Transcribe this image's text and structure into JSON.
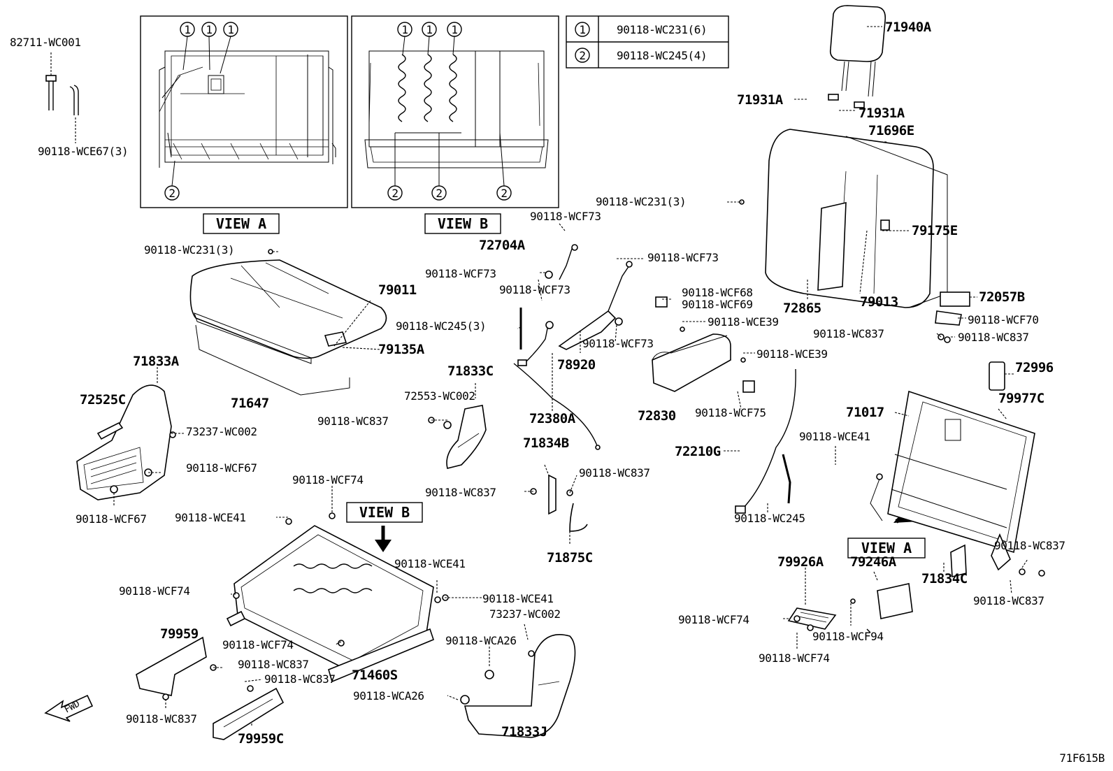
{
  "diagram_code": "71F615B",
  "view_labels": {
    "view_a": "VIEW A",
    "view_b": "VIEW B"
  },
  "fwd_label": "FWD",
  "legend": [
    {
      "key": "1",
      "part": "90118-WC231(6)"
    },
    {
      "key": "2",
      "part": "90118-WC245(4)"
    }
  ],
  "callout_markers": {
    "one": "1",
    "two": "2"
  },
  "parts": {
    "p82711_wc001": "82711-WC001",
    "p90118_wce67_3": "90118-WCE67(3)",
    "p90118_wc231_3_a": "90118-WC231(3)",
    "p79011": "79011",
    "p79135a": "79135A",
    "p71647": "71647",
    "p71833a": "71833A",
    "p72525c": "72525C",
    "p73237_wc002_a": "73237-WC002",
    "p90118_wcf67_a": "90118-WCF67",
    "p90118_wcf67_b": "90118-WCF67",
    "p90118_wcf73_a": "90118-WCF73",
    "p72704a": "72704A",
    "p90118_wcf73_b": "90118-WCF73",
    "p90118_wcf73_c": "90118-WCF73",
    "p90118_wcf73_d": "90118-WCF73",
    "p90118_wcf73_e": "90118-WCF73",
    "p90118_wc245_3": "90118-WC245(3)",
    "p78920": "78920",
    "p71833c": "71833C",
    "p72553_wc002": "72553-WC002",
    "p90118_wc837_a": "90118-WC837",
    "p72380a": "72380A",
    "p71834b": "71834B",
    "p90118_wc837_b": "90118-WC837",
    "p90118_wc837_c": "90118-WC837",
    "p71875c": "71875C",
    "p90118_wcf74_a": "90118-WCF74",
    "p90118_wce41_a": "90118-WCE41",
    "p90118_wcf74_b": "90118-WCF74",
    "p90118_wce41_b": "90118-WCE41",
    "p90118_wce41_c": "90118-WCE41",
    "p73237_wc002_b": "73237-WC002",
    "p90118_wcf74_c": "90118-WCF74",
    "p90118_wca26_a": "90118-WCA26",
    "p79959": "79959",
    "p90118_wc837_d": "90118-WC837",
    "p90118_wc837_e": "90118-WC837",
    "p71460s": "71460S",
    "p90118_wc837_f": "90118-WC837",
    "p79959c": "79959C",
    "p90118_wca26_b": "90118-WCA26",
    "p71833j": "71833J",
    "p90118_wcf68": "90118-WCF68",
    "p90118_wcf69": "90118-WCF69",
    "p90118_wce39_a": "90118-WCE39",
    "p90118_wce39_b": "90118-WCE39",
    "p72830": "72830",
    "p90118_wcf75": "90118-WCF75",
    "p72210g": "72210G",
    "p90118_wc245": "90118-WC245",
    "p71940a": "71940A",
    "p71931a_a": "71931A",
    "p71931a_b": "71931A",
    "p71696e": "71696E",
    "p90118_wc231_3_b": "90118-WC231(3)",
    "p79175e": "79175E",
    "p72865": "72865",
    "p79013": "79013",
    "p72057b": "72057B",
    "p90118_wcf70": "90118-WCF70",
    "p90118_wc837_g": "90118-WC837",
    "p90118_wc837_h": "90118-WC837",
    "p72996": "72996",
    "p71017": "71017",
    "p79977c": "79977C",
    "p90118_wce41_d": "90118-WCE41",
    "p79926a": "79926A",
    "p79246a": "79246A",
    "p71834c": "71834C",
    "p90118_wc837_i": "90118-WC837",
    "p90118_wc837_j": "90118-WC837",
    "p90118_wcf74_d": "90118-WCF74",
    "p90118_wcf94": "90118-WCF94",
    "p90118_wcf74_e": "90118-WCF74"
  }
}
